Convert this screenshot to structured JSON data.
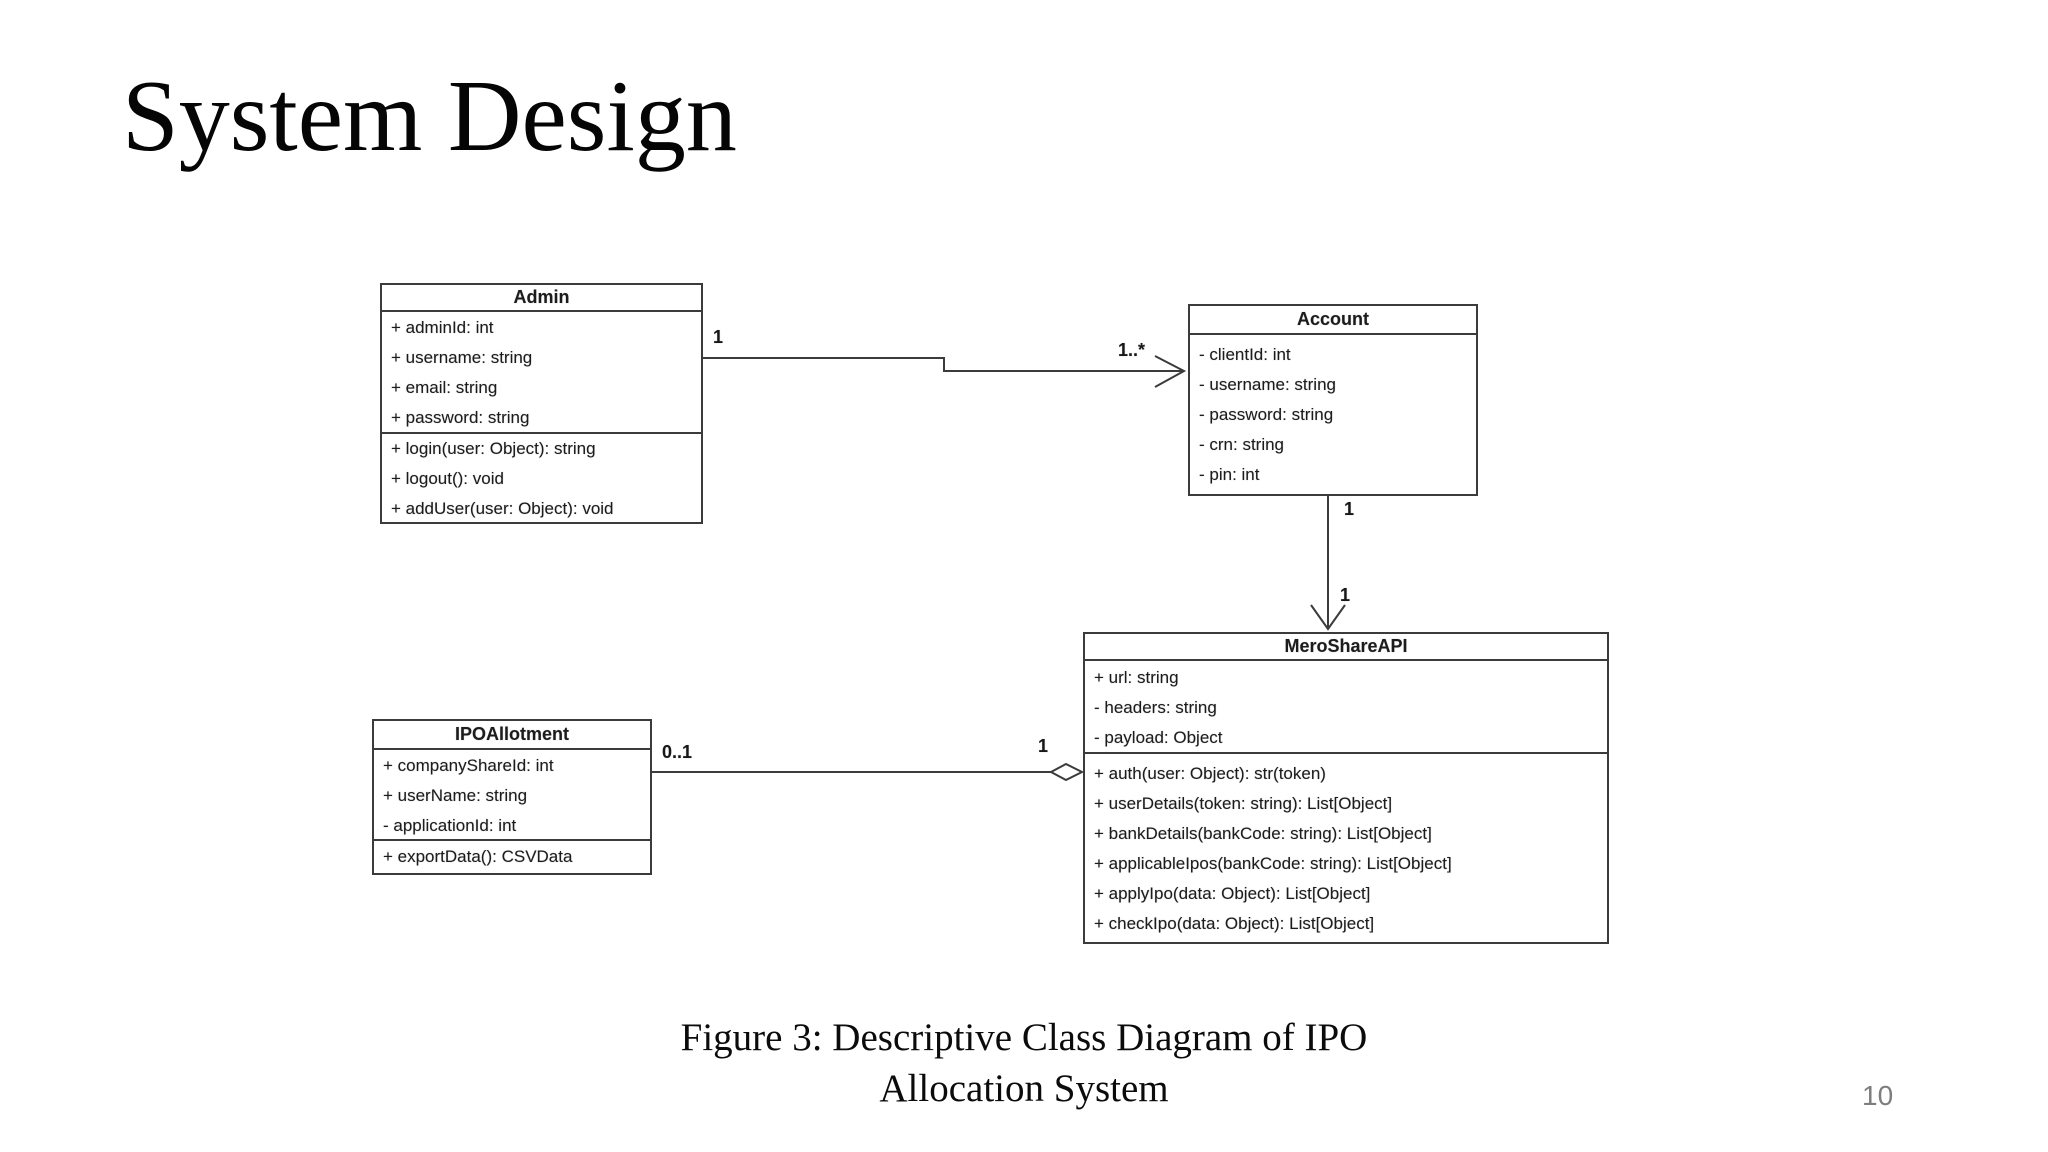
{
  "slide": {
    "title": "System Design",
    "caption_line1": "Figure 3: Descriptive Class Diagram of IPO",
    "caption_line2": "Allocation System",
    "page_number": "10"
  },
  "colors": {
    "background": "#ffffff",
    "box_border": "#3b3b3b",
    "text": "#1c1c1c",
    "page_number_gray": "#7d7d7d"
  },
  "diagram": {
    "type": "uml-class-diagram",
    "classes": [
      {
        "name": "Admin",
        "attributes": [
          "+ adminId: int",
          "+ username: string",
          "+ email: string",
          "+ password: string"
        ],
        "methods": [
          "+ login(user: Object): string",
          "+ logout(): void",
          "+ addUser(user: Object): void"
        ]
      },
      {
        "name": "Account",
        "attributes": [
          "- clientId: int",
          "- username: string",
          "- password: string",
          "- crn: string",
          "- pin: int"
        ],
        "methods": []
      },
      {
        "name": "MeroShareAPI",
        "attributes": [
          "+ url: string",
          "- headers: string",
          "- payload: Object"
        ],
        "methods": [
          "+ auth(user: Object): str(token)",
          "+ userDetails(token: string): List[Object]",
          "+ bankDetails(bankCode: string): List[Object]",
          "+ applicableIpos(bankCode: string): List[Object]",
          "+ applyIpo(data: Object): List[Object]",
          "+ checkIpo(data: Object): List[Object]"
        ]
      },
      {
        "name": "IPOAllotment",
        "attributes": [
          "+ companyShareId: int",
          "+ userName: string",
          "- applicationId: int"
        ],
        "methods": [
          "+ exportData(): CSVData"
        ]
      }
    ],
    "relationships": [
      {
        "from": "Admin",
        "to": "Account",
        "type": "directed association",
        "from_multiplicity": "1",
        "to_multiplicity": "1..*"
      },
      {
        "from": "Account",
        "to": "MeroShareAPI",
        "type": "directed association",
        "from_multiplicity": "1",
        "to_multiplicity": "1"
      },
      {
        "from": "IPOAllotment",
        "to": "MeroShareAPI",
        "type": "aggregation",
        "from_multiplicity": "0..1",
        "to_multiplicity": "1"
      }
    ]
  }
}
